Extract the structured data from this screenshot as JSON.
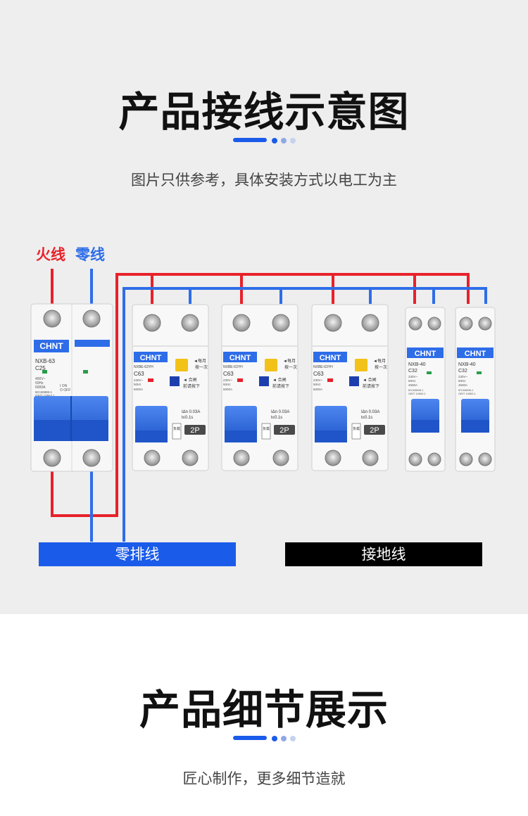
{
  "section1": {
    "title": "产品接线示意图",
    "subtitle": "图片只供参考，具体安装方式以电工为主"
  },
  "wires": {
    "live_label": "火线",
    "neutral_label": "零线",
    "live_color": "#e8212a",
    "neutral_color": "#2e6de8"
  },
  "main_breaker": {
    "brand": "CHNT",
    "model": "NXB-63",
    "rating": "C25",
    "specs": [
      "400V~",
      "50Hz",
      "6000A"
    ],
    "std": [
      "IEC60898-1",
      "GB/T 10963.1"
    ],
    "on_off": [
      "I ON",
      "O OFF"
    ]
  },
  "rcbos": [
    {
      "brand": "CHNT",
      "model": "NXBE-63YH",
      "rating": "C63",
      "test1": "每月",
      "test2": "按一次",
      "reset1": "合闸",
      "reset2": "前请按下",
      "specs": [
        "230V~",
        "50Hz",
        "6000A"
      ],
      "idn": "IΔn 0.03A",
      "t": "t≤0.1s",
      "load": "负载端",
      "poles": "2P"
    },
    {
      "brand": "CHNT",
      "model": "NXBE-63YH",
      "rating": "C63",
      "test1": "每月",
      "test2": "按一次",
      "reset1": "合闸",
      "reset2": "前请按下",
      "specs": [
        "230V~",
        "50Hz",
        "6000A"
      ],
      "idn": "IΔn 0.03A",
      "t": "t≤0.1s",
      "load": "负载端",
      "poles": "2P"
    },
    {
      "brand": "CHNT",
      "model": "NXBE-63YH",
      "rating": "C63",
      "test1": "每月",
      "test2": "按一次",
      "reset1": "合闸",
      "reset2": "前请按下",
      "specs": [
        "230V~",
        "50Hz",
        "6000A"
      ],
      "idn": "IΔn 0.03A",
      "t": "t≤0.1s",
      "load": "负载端",
      "poles": "2P"
    }
  ],
  "mcbs": [
    {
      "brand": "CHNT",
      "model": "NXB-40",
      "rating": "C32",
      "specs": [
        "230V~",
        "50Hz",
        "4500A"
      ],
      "std": [
        "IEC60898-1",
        "GB/T 10963.1"
      ]
    },
    {
      "brand": "CHNT",
      "model": "NXB-40",
      "rating": "C32",
      "specs": [
        "230V~",
        "50Hz",
        "4500A"
      ],
      "std": [
        "IEC60898-1",
        "GB/T 10963.1"
      ]
    }
  ],
  "neutral_bar": {
    "label": "零排线",
    "color": "#1a5bea"
  },
  "ground_bar": {
    "label": "接地线",
    "color": "#000000"
  },
  "section2": {
    "title": "产品细节展示",
    "subtitle": "匠心制作，更多细节造就"
  }
}
